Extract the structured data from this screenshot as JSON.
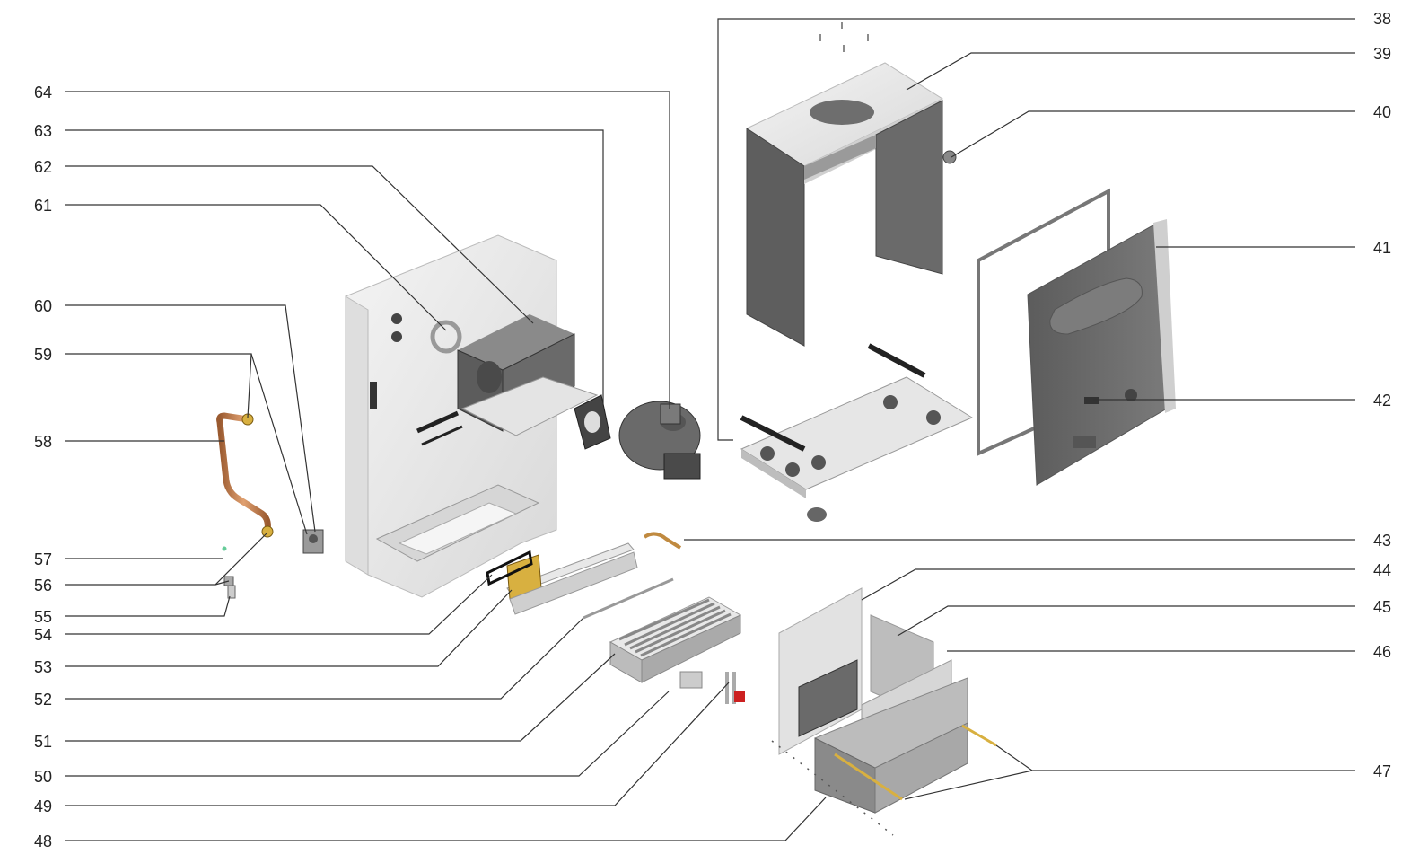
{
  "labels": {
    "l38": "38",
    "l39": "39",
    "l40": "40",
    "l41": "41",
    "l42": "42",
    "l43": "43",
    "l44": "44",
    "l45": "45",
    "l46": "46",
    "l47": "47",
    "l48": "48",
    "l49": "49",
    "l50": "50",
    "l51": "51",
    "l52": "52",
    "l53": "53",
    "l54": "54",
    "l55": "55",
    "l56": "56",
    "l57": "57",
    "l58": "58",
    "l59": "59",
    "l60": "60",
    "l61": "61",
    "l62": "62",
    "l63": "63",
    "l64": "64"
  },
  "colors": {
    "panel_dark": "#6b6b6b",
    "panel_light": "#e6e6e6",
    "frame": "#eeeeee",
    "copper": "#c07a4a",
    "brass": "#d8b040",
    "accent_red": "#cc2020",
    "line": "#333333"
  }
}
